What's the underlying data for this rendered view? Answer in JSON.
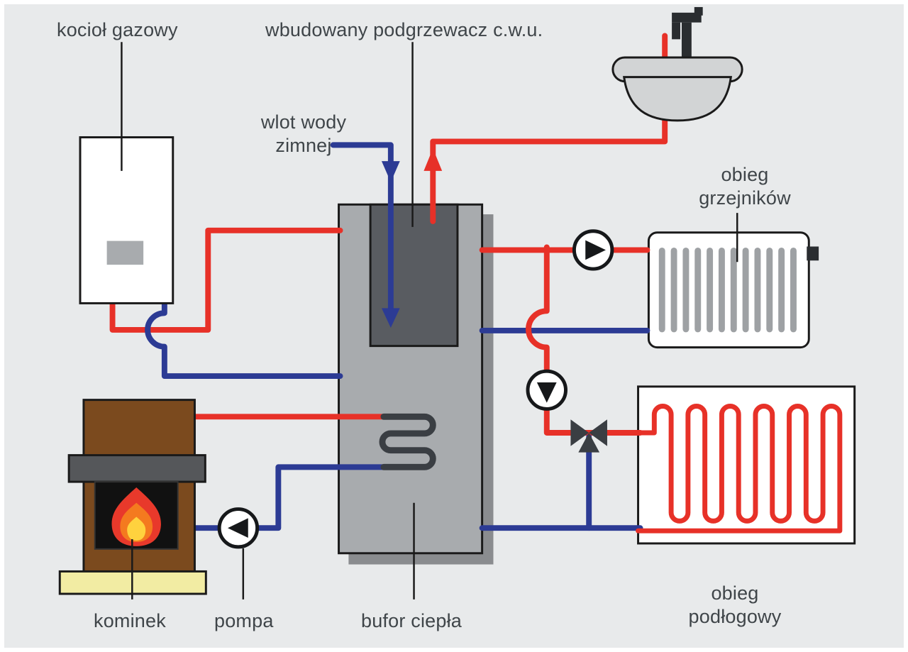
{
  "diagram": {
    "type": "heating-system-schematic",
    "language": "pl"
  },
  "labels": {
    "gas_boiler": "kocioł gazowy",
    "dhw_heater": "wbudowany podgrzewacz c.w.u.",
    "cold_water_inlet": [
      "wlot wody",
      "zimnej"
    ],
    "radiator_circuit": [
      "obieg",
      "grzejników"
    ],
    "fireplace": "kominek",
    "pump": "pompa",
    "heat_buffer": "bufor ciepła",
    "floor_circuit": [
      "obieg",
      "podłogowy"
    ]
  },
  "components": [
    "gas-boiler",
    "heat-buffer-tank",
    "dhw-heater",
    "sink",
    "faucet",
    "radiator",
    "floor-heating-loop",
    "fireplace",
    "flame",
    "circulation-pump",
    "mixing-valve",
    "hot-water-pipe",
    "cold-water-pipe"
  ],
  "colors": {
    "hot_pipe": "#e73128",
    "cold_pipe": "#2c3b94",
    "background": "#e8eaeb",
    "buffer_tank": "#a8abae",
    "buffer_shadow": "#8a8c8f",
    "dhw_heater_fill": "#595c61",
    "fireplace_body": "#7b4a1e",
    "fireplace_mantel": "#55575a",
    "fireplace_base": "#f2eca3",
    "flame_outer": "#e8392b",
    "flame_mid": "#f47a1f",
    "flame_inner": "#ffd23e",
    "radiator_fill": "#ffffff",
    "text": "#3f4549",
    "outline": "#1a1a1a"
  }
}
